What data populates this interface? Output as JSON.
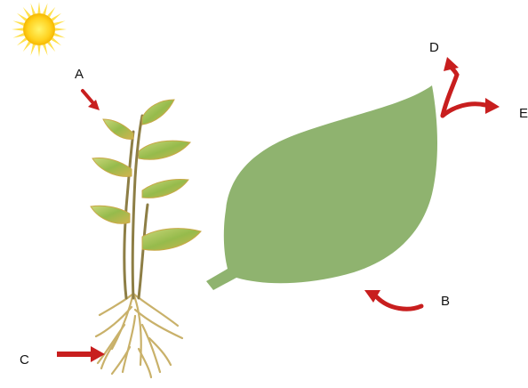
{
  "diagram": {
    "labels": {
      "a": "A",
      "b": "B",
      "c": "C",
      "d": "D",
      "e": "E"
    },
    "colors": {
      "arrow": "#c81e1e",
      "leaf": "#8fb36f",
      "sun_core": "#ffd21f",
      "sun_rays": "#ffe14d",
      "stem": "#8d9a4a",
      "root": "#c9b16a",
      "plant_leaf": "#a7c45f",
      "plant_leaf_edge": "#d8c35a"
    },
    "icons": {
      "sun": "sun-icon",
      "plant": "plant-icon",
      "leaf": "leaf-icon"
    }
  }
}
